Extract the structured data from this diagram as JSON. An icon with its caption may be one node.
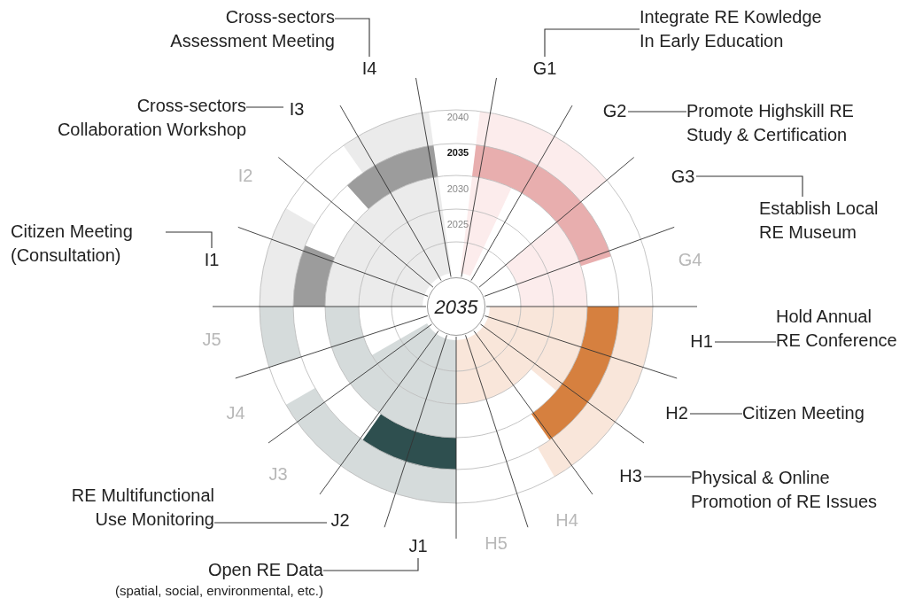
{
  "diagram": {
    "nodes": [
      {
        "text": [
          "Cross-sectors Assessment Meeting"
        ]
      },
      {
        "text": [
          "I4"
        ]
      },
      {
        "text": [
          "Integrate RE Kowledge In Early Education"
        ]
      },
      {
        "text": [
          "G1"
        ]
      },
      {
        "text": [
          "Cross-sectors Collaboration Workshop"
        ]
      },
      {
        "text": [
          "I3"
        ]
      },
      {
        "text": [
          "Promote Highskill RE Study & Certification"
        ]
      },
      {
        "text": [
          "G2"
        ]
      },
      {
        "text": [
          "Establish Local RE Museum"
        ]
      },
      {
        "text": [
          "G3"
        ]
      },
      {
        "text": [
          "Citizen Meeting (Consultation)"
        ]
      },
      {
        "text": [
          "I1"
        ]
      },
      {
        "text": [
          "2035"
        ]
      },
      {
        "text": [
          "Hold Annual RE Conference"
        ]
      },
      {
        "text": [
          "H1"
        ]
      },
      {
        "text": [
          "H2"
        ]
      },
      {
        "text": [
          "Citizen Meeting"
        ]
      },
      {
        "text": [
          "H3"
        ]
      },
      {
        "text": [
          "Physical & Online Promotion of RE Issues"
        ]
      },
      {
        "text": [
          "RE Multifunctional Use Monitoring"
        ]
      },
      {
        "text": [
          "J2"
        ]
      },
      {
        "text": [
          "J1"
        ]
      },
      {
        "text": [
          "Open RE Data",
          "(spatial, social, environmental, etc.)"
        ]
      }
    ],
    "edges": [
      {
        "from": 0,
        "to": 1,
        "arrow": "none"
      },
      {
        "from": 2,
        "to": 3,
        "arrow": "none"
      },
      {
        "from": 4,
        "to": 5,
        "arrow": "none"
      },
      {
        "from": 6,
        "to": 7,
        "arrow": "none"
      },
      {
        "from": 8,
        "to": 9,
        "arrow": "none"
      },
      {
        "from": 10,
        "to": 11,
        "arrow": "none"
      },
      {
        "from": 13,
        "to": 14,
        "arrow": "none"
      },
      {
        "from": 15,
        "to": 16,
        "arrow": "none"
      },
      {
        "from": 17,
        "to": 18,
        "arrow": "none"
      },
      {
        "from": 19,
        "to": 20,
        "arrow": "none"
      },
      {
        "from": 22,
        "to": 21,
        "arrow": "none"
      }
    ],
    "labels": [
      "2040",
      "2035",
      "2030",
      "I2",
      "2025",
      "G4",
      "J5",
      "J4",
      "J3",
      "H4",
      "H5"
    ]
  }
}
